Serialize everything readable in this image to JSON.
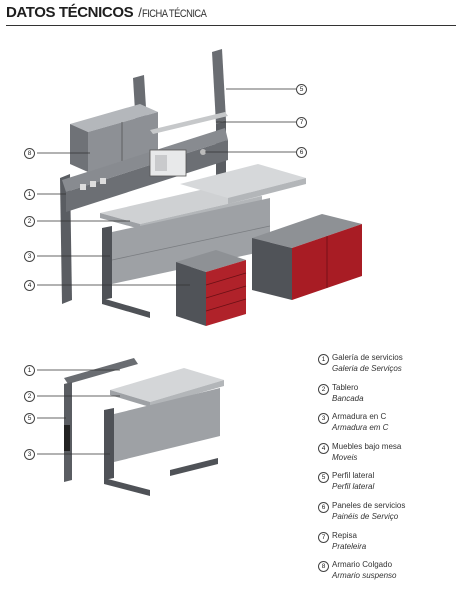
{
  "header": {
    "title": "DATOS TÉCNICOS",
    "separator": "/",
    "subtitle": "FICHA TÉCNICA"
  },
  "callouts_top": [
    "1",
    "2",
    "3",
    "4",
    "5",
    "6",
    "7",
    "8"
  ],
  "callouts_bottom": [
    "1",
    "2",
    "5",
    "3"
  ],
  "legend": [
    {
      "num": "1",
      "es": "Galería de servicios",
      "pt": "Galeria de Serviços"
    },
    {
      "num": "2",
      "es": "Tablero",
      "pt": "Bancada"
    },
    {
      "num": "3",
      "es": "Armadura en C",
      "pt": "Armadura em C"
    },
    {
      "num": "4",
      "es": "Muebles bajo mesa",
      "pt": "Moveis"
    },
    {
      "num": "5",
      "es": "Perfil lateral",
      "pt": "Perfil lateral"
    },
    {
      "num": "6",
      "es": "Paneles de servicios",
      "pt": "Painéis de Serviço"
    },
    {
      "num": "7",
      "es": "Repisa",
      "pt": "Prateleira"
    },
    {
      "num": "8",
      "es": "Armario Colgado",
      "pt": "Armario suspenso"
    }
  ],
  "colors": {
    "frame": "#5a5d62",
    "frame_dark": "#3f4247",
    "worktop": "#d4d6d8",
    "cabinet_red": "#a81c24",
    "cabinet_grey": "#9a9da1",
    "drawer_red": "#b0222a"
  }
}
